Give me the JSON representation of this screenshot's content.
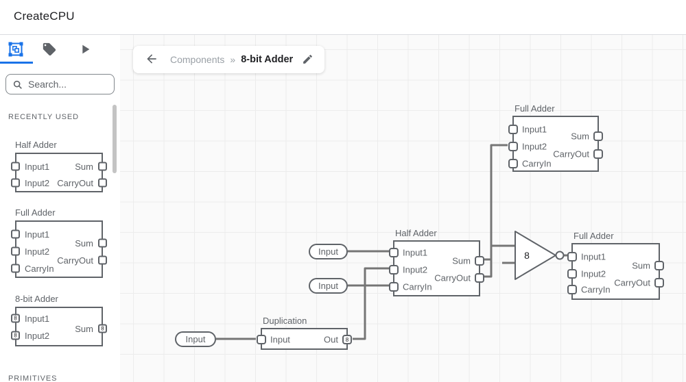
{
  "header": {
    "title": "CreateCPU"
  },
  "sidebar": {
    "tabs": {
      "icons": [
        "group-select-icon",
        "tag-icon",
        "play-icon"
      ],
      "active_index": 0
    },
    "search": {
      "placeholder": "Search..."
    },
    "section_recent": "RECENTLY USED",
    "section_primitives": "PRIMITIVES",
    "previews": [
      {
        "title": "Half Adder",
        "in": [
          "Input1",
          "Input2"
        ],
        "out": [
          "Sum",
          "CarryOut"
        ]
      },
      {
        "title": "Full Adder",
        "in": [
          "Input1",
          "Input2",
          "CarryIn"
        ],
        "out": [
          "Sum",
          "CarryOut"
        ]
      },
      {
        "title": "8-bit Adder",
        "in": [
          "Input1",
          "Input2"
        ],
        "out": [
          "Sum"
        ],
        "bus": "8"
      }
    ]
  },
  "breadcrumb": {
    "parent": "Components",
    "separator": "»",
    "current": "8-bit Adder"
  },
  "canvas": {
    "fa_top": {
      "title": "Full Adder",
      "in": [
        "Input1",
        "Input2",
        "CarryIn"
      ],
      "out": [
        "Sum",
        "CarryOut"
      ]
    },
    "half_adder": {
      "title": "Half Adder",
      "in": [
        "Input1",
        "Input2",
        "CarryIn"
      ],
      "out": [
        "Sum",
        "CarryOut"
      ]
    },
    "fa_right": {
      "title": "Full Adder",
      "in": [
        "Input1",
        "Input2",
        "CarryIn"
      ],
      "out": [
        "Sum",
        "CarryOut"
      ]
    },
    "duplication": {
      "title": "Duplication",
      "in": [
        "Input"
      ],
      "out": [
        "Out"
      ],
      "bus": "8"
    },
    "gate": {
      "label": "8"
    },
    "pills": [
      "Input",
      "Input",
      "Input"
    ]
  },
  "colors": {
    "accent": "#1a73e8",
    "wire": "#757575",
    "component_border": "#5f6368",
    "text_dark": "#202124",
    "text_gray": "#5f6368",
    "text_light": "#9aa0a6"
  }
}
